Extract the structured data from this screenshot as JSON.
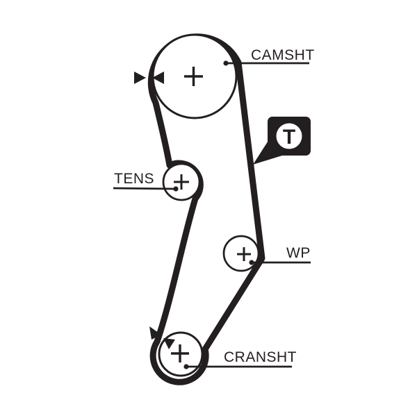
{
  "diagram": {
    "type": "timing-belt-routing-diagram",
    "colors": {
      "ink": "#231f20",
      "background": "#ffffff"
    },
    "labels": {
      "camshaft": "CAMSHT",
      "tensioner": "TENS",
      "water_pump": "WP",
      "crankshaft": "CRANSHT"
    },
    "badge": {
      "letter": "T"
    }
  }
}
